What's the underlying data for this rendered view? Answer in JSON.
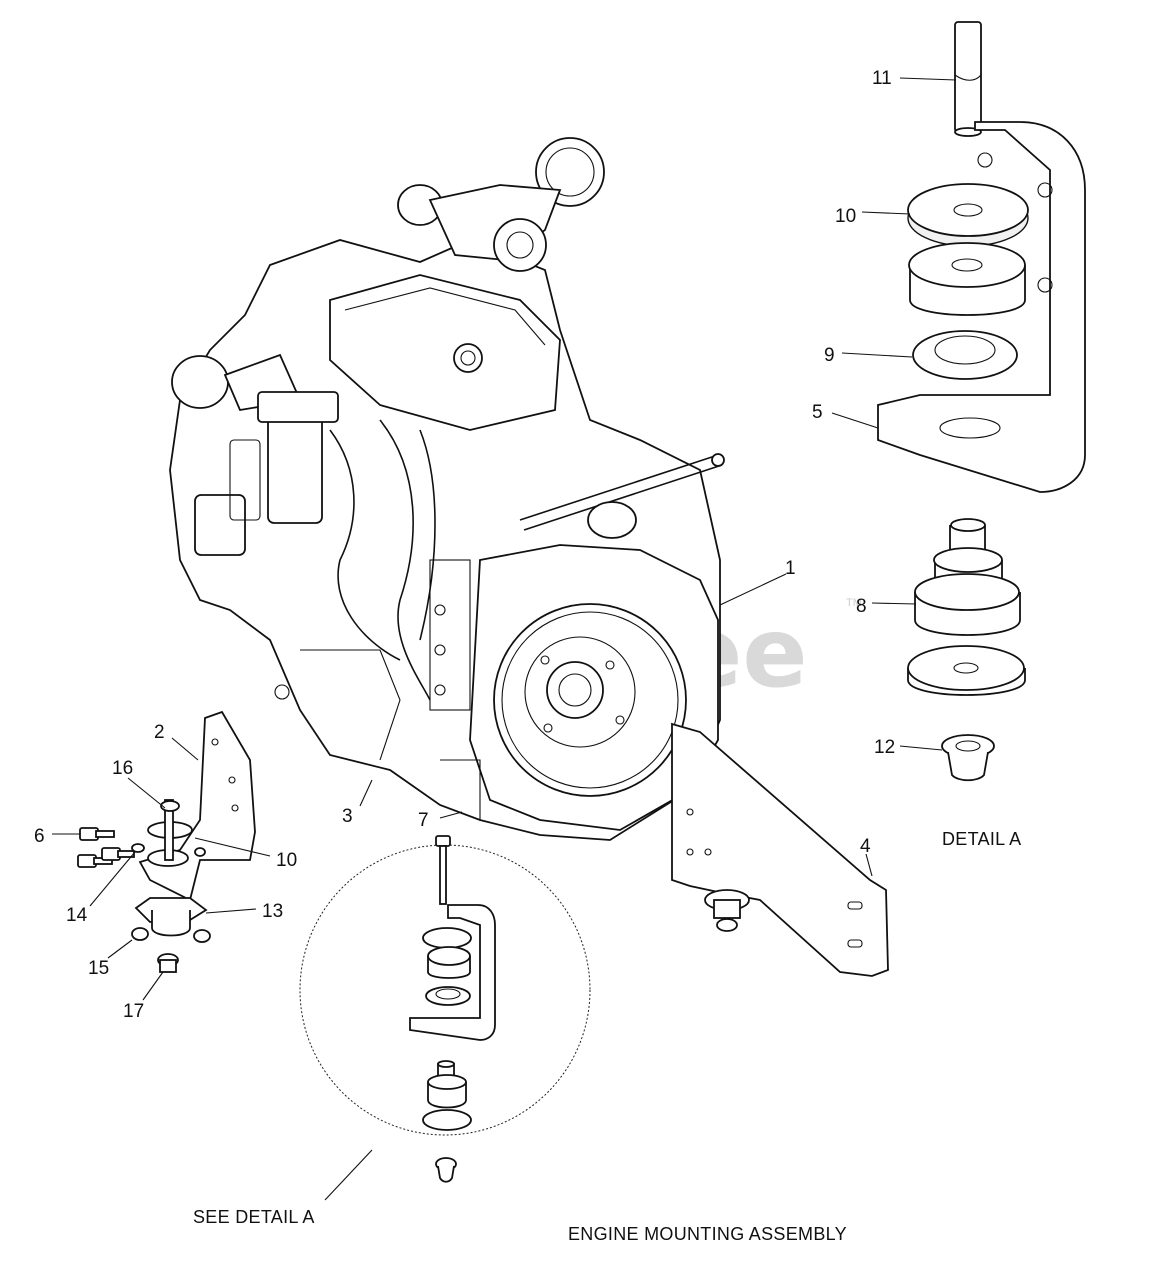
{
  "watermark": "PartsTree",
  "watermark_tm": "TM",
  "captions": {
    "detail": "DETAIL A",
    "see_detail": "SEE DETAIL A",
    "title": "ENGINE MOUNTING ASSEMBLY"
  },
  "callouts": {
    "c1": "1",
    "c2": "2",
    "c3": "3",
    "c4": "4",
    "c5": "5",
    "c6": "6",
    "c7": "7",
    "c8": "8",
    "c9": "9",
    "c10a": "10",
    "c10b": "10",
    "c11": "11",
    "c12": "12",
    "c13": "13",
    "c14": "14",
    "c15": "15",
    "c16": "16",
    "c17": "17"
  }
}
